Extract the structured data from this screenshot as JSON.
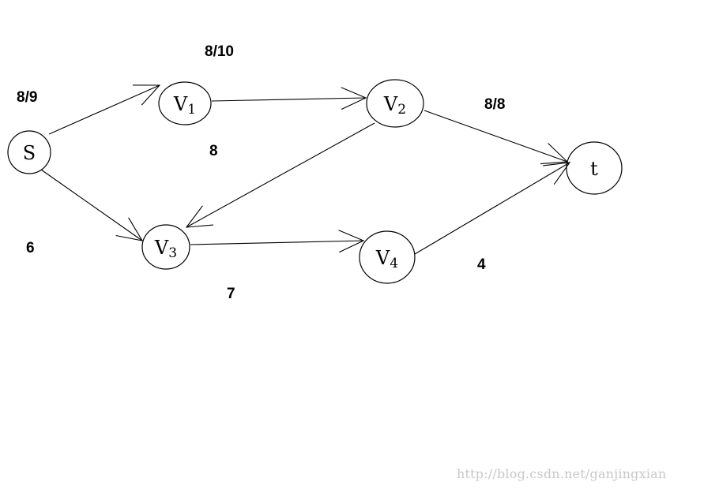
{
  "graph": {
    "nodes": [
      {
        "id": "s",
        "label": "S"
      },
      {
        "id": "v1",
        "label": "V1"
      },
      {
        "id": "v2",
        "label": "V2"
      },
      {
        "id": "v3",
        "label": "V3"
      },
      {
        "id": "v4",
        "label": "V4"
      },
      {
        "id": "t",
        "label": "t"
      }
    ],
    "edges": [
      {
        "from": "s",
        "to": "v1",
        "label": "8/9"
      },
      {
        "from": "v1",
        "to": "v2",
        "label": "8/10"
      },
      {
        "from": "v2",
        "to": "t",
        "label": "8/8"
      },
      {
        "from": "v2",
        "to": "v3",
        "label": "8"
      },
      {
        "from": "s",
        "to": "v3",
        "label": "6"
      },
      {
        "from": "v3",
        "to": "v4",
        "label": "7"
      },
      {
        "from": "v4",
        "to": "t",
        "label": "4"
      }
    ]
  },
  "watermark": "http://blog.csdn.net/ganjingxian"
}
